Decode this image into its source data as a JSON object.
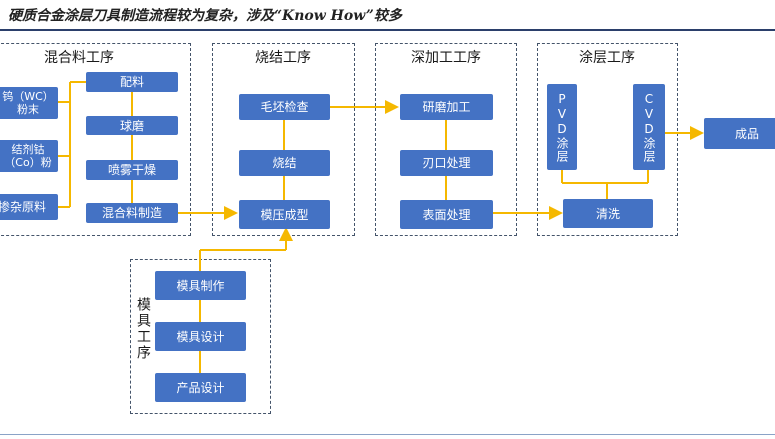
{
  "title": "硬质合金涂层刀具制造流程较为复杂，涉及“Know How”较多",
  "colors": {
    "box": "#4472c4",
    "connector": "#f5b800",
    "dash": "#44546a"
  },
  "stages": {
    "mixing": {
      "label": "混合料工序",
      "inputs": [
        "钨（WC）粉末",
        "结剂钴（Co）粉",
        "掺杂原料"
      ],
      "steps": [
        "配料",
        "球磨",
        "喷雾干燥",
        "混合料制造"
      ]
    },
    "sintering": {
      "label": "烧结工序",
      "steps": [
        "毛坯检查",
        "烧结",
        "模压成型"
      ]
    },
    "deep": {
      "label": "深加工工序",
      "steps": [
        "研磨加工",
        "刃口处理",
        "表面处理"
      ]
    },
    "coating": {
      "label": "涂层工序",
      "pvd": "PVD涂层",
      "cvd": "CVD涂层",
      "clean": "清洗"
    },
    "mold": {
      "label": "模具工序",
      "steps": [
        "模具制作",
        "模具设计",
        "产品设计"
      ]
    }
  },
  "product": "成品"
}
